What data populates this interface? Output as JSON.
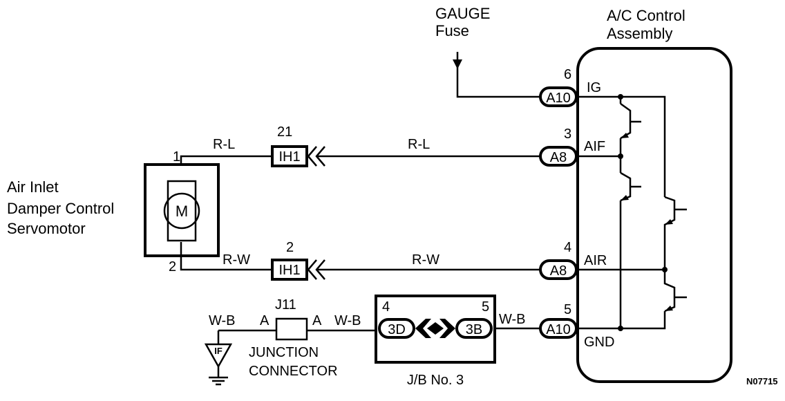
{
  "title_gauge_fuse": [
    "GAUGE",
    "Fuse"
  ],
  "ac_control_assembly": [
    "A/C Control",
    "Assembly"
  ],
  "servomotor_label": [
    "Air Inlet",
    "Damper Control",
    "Servomotor"
  ],
  "motor_symbol": "M",
  "servomotor_pins": {
    "pin1": "1",
    "pin2": "2"
  },
  "wires": {
    "rl_left": "R-L",
    "rl_right": "R-L",
    "rw_left": "R-W",
    "rw_right": "R-W",
    "wb_ground": "W-B",
    "wb_jc_right": "W-B",
    "wb_jb_right": "W-B"
  },
  "connectors": {
    "ih1_top": {
      "id": "IH1",
      "pin": "21"
    },
    "ih1_bottom": {
      "id": "IH1",
      "pin": "2"
    },
    "a10_ig": {
      "id": "A10",
      "pin": "6"
    },
    "a8_aif": {
      "id": "A8",
      "pin": "3"
    },
    "a8_air": {
      "id": "A8",
      "pin": "4"
    },
    "a10_gnd": {
      "id": "A10",
      "pin": "5"
    }
  },
  "terminals": {
    "ig": "IG",
    "aif": "AIF",
    "air": "AIR",
    "gnd": "GND"
  },
  "junction_connector": {
    "id": "J11",
    "side_a_left": "A",
    "side_a_right": "A",
    "label": [
      "JUNCTION",
      "CONNECTOR"
    ]
  },
  "jb_no3": {
    "label": "J/B No. 3",
    "left_connector": "3D",
    "right_connector": "3B",
    "left_pin": "4",
    "right_pin": "5"
  },
  "ground_symbol": "IF",
  "figure_code": "N07715"
}
